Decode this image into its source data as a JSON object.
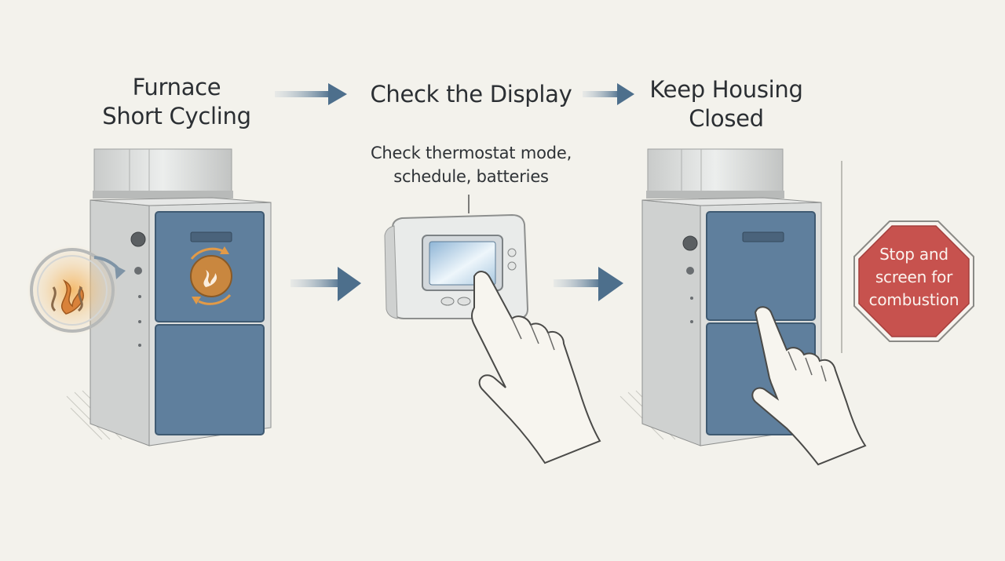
{
  "steps": [
    {
      "title_lines": [
        "Furnace",
        "Short Cycling"
      ]
    },
    {
      "title_lines": [
        "Check the Display"
      ],
      "note_lines": [
        "Check thermostat mode,",
        "schedule, batteries"
      ]
    },
    {
      "title_lines": [
        "Keep Housing",
        "Closed"
      ]
    }
  ],
  "stop_sign": {
    "lines": [
      "Stop and",
      "screen for",
      "combustion"
    ]
  },
  "icons": [
    "flame-cycle-icon",
    "thermostat-icon",
    "pointing-hand-icon",
    "stop-sign-icon",
    "arrow-right-icon"
  ],
  "colors": {
    "background": "#f3f2ec",
    "panel_blue": "#5f7f9d",
    "cabinet_gray": "#d4d6d5",
    "flame_orange": "#d98a3a",
    "stop_red": "#c7524e",
    "arrow_blue": "#5b7d98"
  }
}
